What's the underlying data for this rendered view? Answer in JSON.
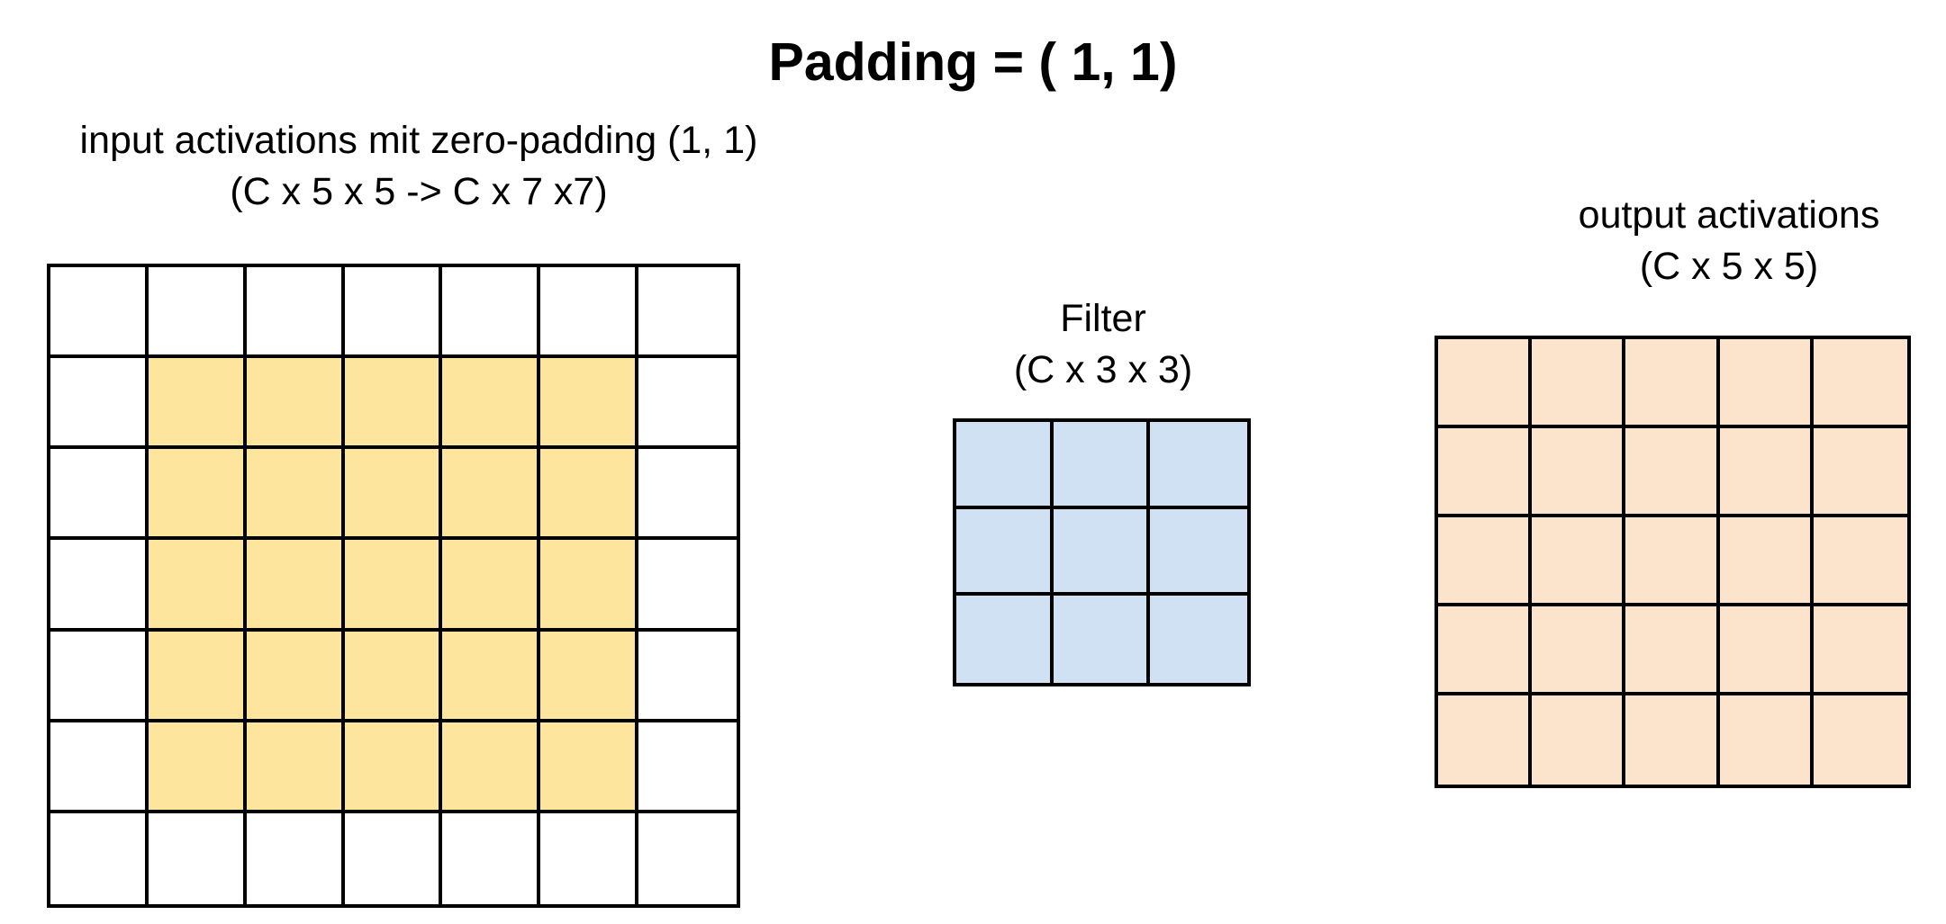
{
  "title": "Padding = ( 1, 1)",
  "input": {
    "label_line1": "input activations mit zero-padding (1, 1)",
    "label_line2": "(C x 5 x 5 -> C x 7 x7)",
    "rows": 7,
    "cols": 7,
    "padding": 1,
    "padding_color": "#ffffff",
    "activation_color": "#fde59d"
  },
  "filter": {
    "label_line1": "Filter",
    "label_line2": "(C x 3 x 3)",
    "rows": 3,
    "cols": 3,
    "color": "#cfe1f2"
  },
  "output": {
    "label_line1": "output activations",
    "label_line2": "(C x 5 x 5)",
    "rows": 5,
    "cols": 5,
    "color": "#fce4cc"
  },
  "line_color": "#000000"
}
